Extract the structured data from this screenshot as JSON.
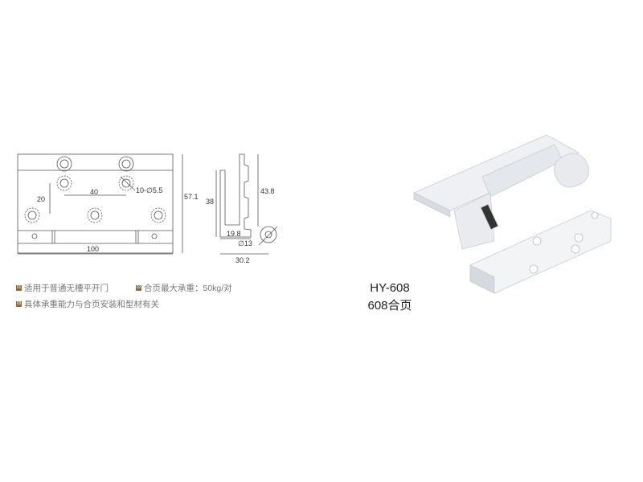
{
  "drawing": {
    "dim_100": "100",
    "dim_57_1": "57.1",
    "dim_40": "40",
    "dim_20": "20",
    "dim_holes": "10-∅5.5",
    "dim_38": "38",
    "dim_43_8": "43.8",
    "dim_19_8": "19.8",
    "dim_d13": "∅13",
    "dim_30_2": "30.2"
  },
  "notes": [
    {
      "badge": "01",
      "text": "适用于普通无槽平开门"
    },
    {
      "badge": "02",
      "text": "合页最大承重：50kg/对"
    },
    {
      "badge": "03",
      "text": "具体承重能力与合页安装和型材有关"
    }
  ],
  "product": {
    "model": "HY-608",
    "name": "608合页"
  },
  "colors": {
    "badge": "#8b6a3e",
    "line": "#555555"
  }
}
